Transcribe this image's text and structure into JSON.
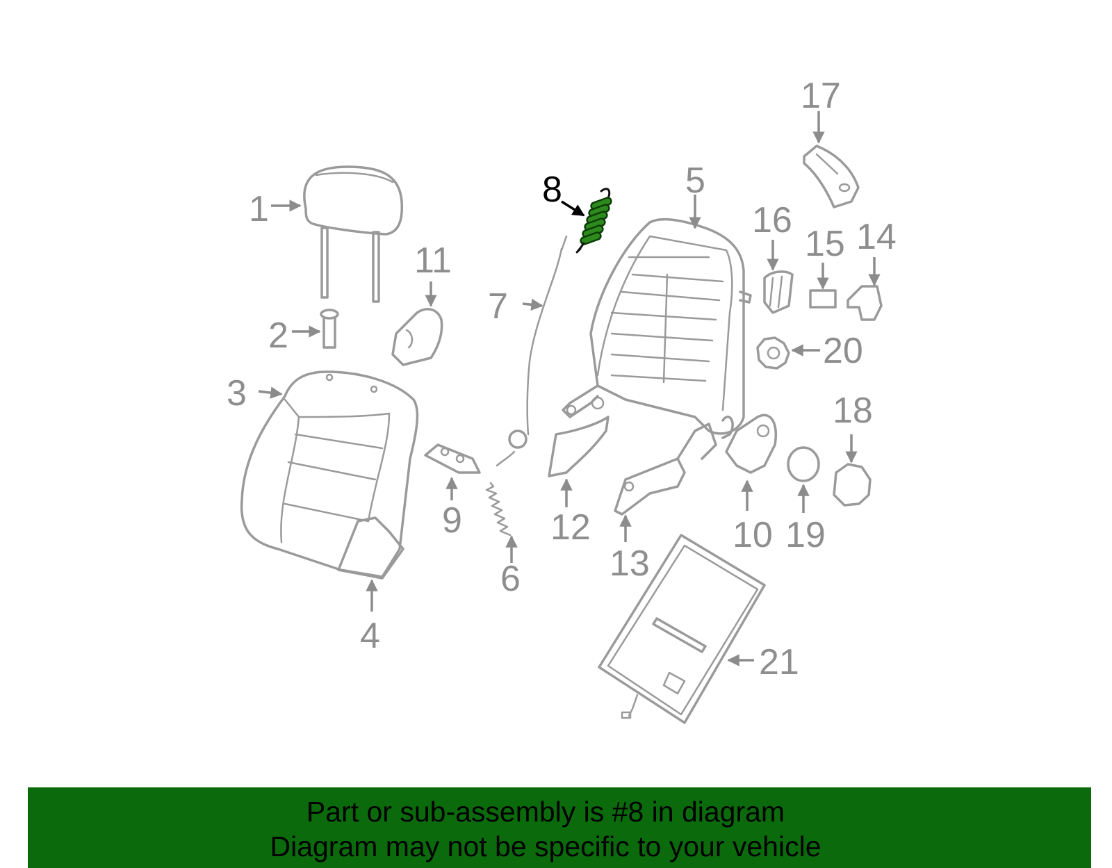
{
  "diagram": {
    "highlighted_part": "8",
    "callouts": [
      "1",
      "2",
      "3",
      "4",
      "5",
      "6",
      "7",
      "8",
      "9",
      "10",
      "11",
      "12",
      "13",
      "14",
      "15",
      "16",
      "17",
      "18",
      "19",
      "20",
      "21"
    ],
    "colors": {
      "parts": "#9a9a9a",
      "highlight": "#2f8a1e",
      "banner": "#0b6a0b"
    }
  },
  "banner": {
    "line1": "Part or sub-assembly is #8 in diagram",
    "line2": "Diagram may not be specific to your vehicle"
  }
}
